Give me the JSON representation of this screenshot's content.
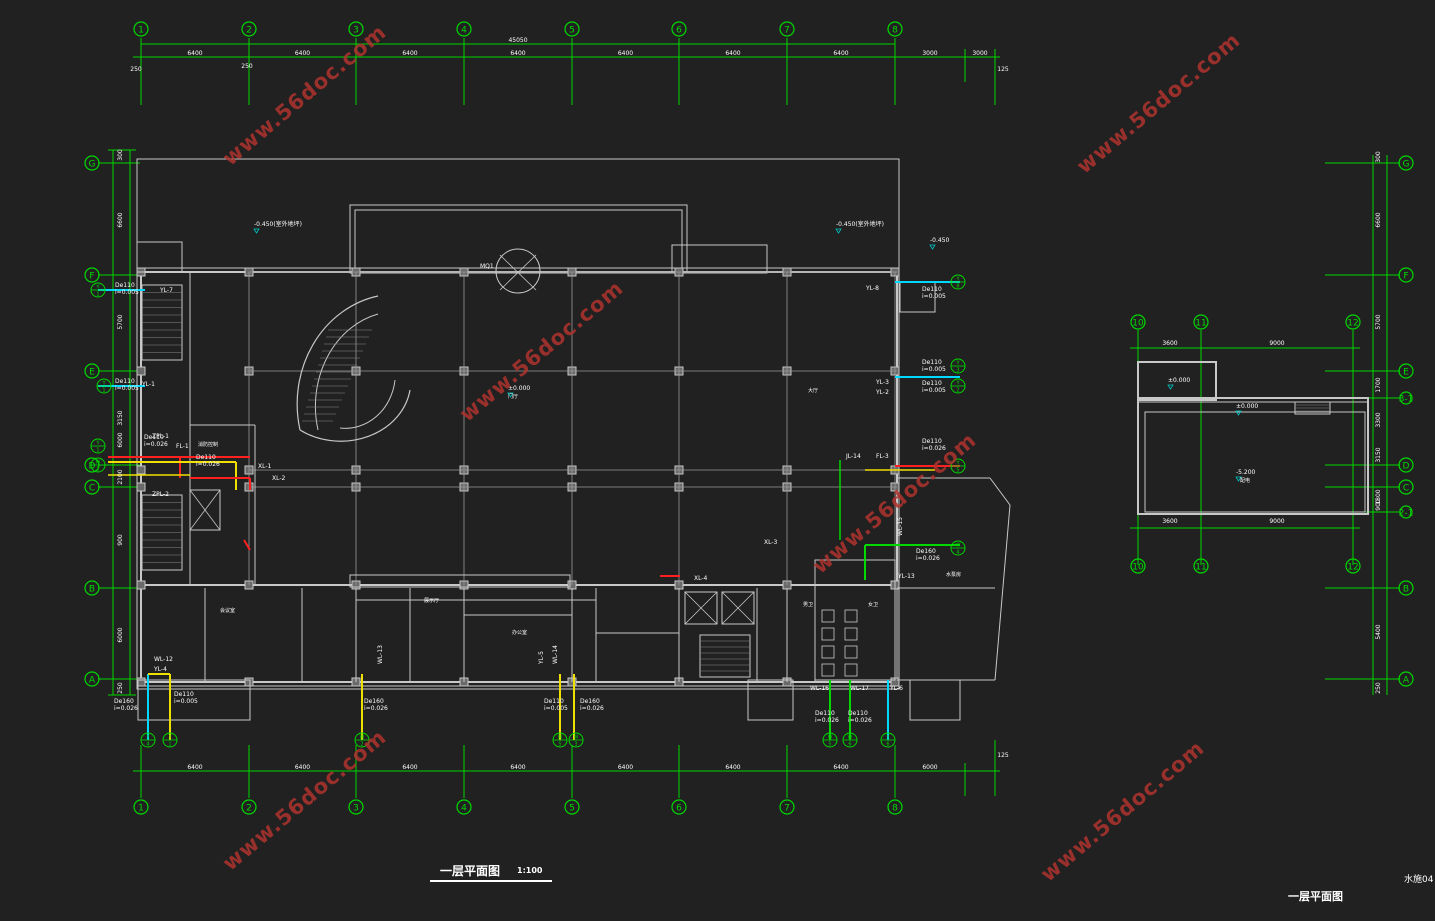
{
  "drawing": {
    "plan_title": "一层平面图",
    "plan_scale": "1:100",
    "side_plan_title": "一层平面图",
    "sheet_no": "水施04",
    "watermark": "www.56doc.com"
  },
  "grid_axes_x": [
    "1",
    "2",
    "3",
    "4",
    "5",
    "6",
    "7",
    "8"
  ],
  "grid_axes_y": [
    "G",
    "F",
    "E",
    "D",
    "C",
    "B",
    "A"
  ],
  "side_axes_x": [
    "10",
    "11",
    "12"
  ],
  "side_axes_y": [
    "G",
    "F",
    "E",
    "3-1",
    "D",
    "C",
    "2-1",
    "B",
    "A"
  ],
  "dim_top": {
    "total": "45050",
    "spans": [
      "6400",
      "6400",
      "6400",
      "6400",
      "6400",
      "6400",
      "6400",
      "3000",
      "3000"
    ],
    "left": "250",
    "mid": "250",
    "right": "125"
  },
  "dim_bottom": {
    "spans": [
      "6400",
      "6400",
      "6400",
      "6400",
      "6400",
      "6400",
      "6400",
      "6000"
    ],
    "right": "125"
  },
  "dim_left": [
    "300",
    "6600",
    "5700",
    "3150",
    "6000",
    "2100",
    "900",
    "6000",
    "250"
  ],
  "side_dims": {
    "top": [
      "3600",
      "9000"
    ],
    "bottom": [
      "3600",
      "9000"
    ],
    "right": [
      "300",
      "6600",
      "5700",
      "1700",
      "3300",
      "3150",
      "1800",
      "900",
      "5400",
      "250"
    ]
  },
  "pipe_labels": [
    {
      "text": "YL-7"
    },
    {
      "text": "YL-1"
    },
    {
      "text": "ZPL-1"
    },
    {
      "text": "FL-1"
    },
    {
      "text": "ZPL-2"
    },
    {
      "text": "XL-1"
    },
    {
      "text": "XL-2"
    },
    {
      "text": "YL-8"
    },
    {
      "text": "YL-3"
    },
    {
      "text": "YL-2"
    },
    {
      "text": "JL-14"
    },
    {
      "text": "FL-3"
    },
    {
      "text": "WL-15"
    },
    {
      "text": "XL-3"
    },
    {
      "text": "XL-4"
    },
    {
      "text": "YL-13"
    },
    {
      "text": "WL-12"
    },
    {
      "text": "YL-4"
    },
    {
      "text": "WL-13"
    },
    {
      "text": "WL-16"
    },
    {
      "text": "WL-17"
    },
    {
      "text": "YL-6"
    },
    {
      "text": "WL-14"
    },
    {
      "text": "YL-5"
    }
  ],
  "pipe_specs": [
    {
      "d": "De110",
      "i": "i=0.005"
    },
    {
      "d": "De110",
      "i": "i=0.005"
    },
    {
      "d": "De110",
      "i": "i=0.026"
    },
    {
      "d": "De110",
      "i": "i=0.026"
    },
    {
      "d": "De110",
      "i": "i=0.005"
    },
    {
      "d": "De110",
      "i": "i=0.005"
    },
    {
      "d": "De110",
      "i": "i=0.005"
    },
    {
      "d": "De110",
      "i": "i=0.026"
    },
    {
      "d": "De160",
      "i": "i=0.026"
    },
    {
      "d": "De110",
      "i": "i=0.005"
    },
    {
      "d": "De160",
      "i": "i=0.026"
    },
    {
      "d": "De160",
      "i": "i=0.026"
    },
    {
      "d": "De110",
      "i": "i=0.005"
    },
    {
      "d": "De160",
      "i": "i=0.026"
    },
    {
      "d": "De110",
      "i": "i=0.026"
    },
    {
      "d": "De110",
      "i": "i=0.026"
    }
  ],
  "levels": [
    "-0.450(室外地坪)",
    "-0.450(室外地坪)",
    "-0.450",
    "±0.000",
    "±0.000",
    "-5.200",
    "±0.000"
  ],
  "room_labels": [
    "大厅",
    "门厅",
    "消防控制",
    "办公室",
    "展示厅",
    "男卫",
    "女卫",
    "会议室",
    "水泵房",
    "配电"
  ],
  "door_mark": "MQ1",
  "colors": {
    "background": "#212121",
    "wall": "#c8c8c8",
    "axis": "#00d800",
    "pipe_red": "#ff2020",
    "pipe_yellow": "#f0e000",
    "pipe_cyan": "#00d8ff",
    "text": "#ffffff",
    "watermark": "#b0332e"
  }
}
